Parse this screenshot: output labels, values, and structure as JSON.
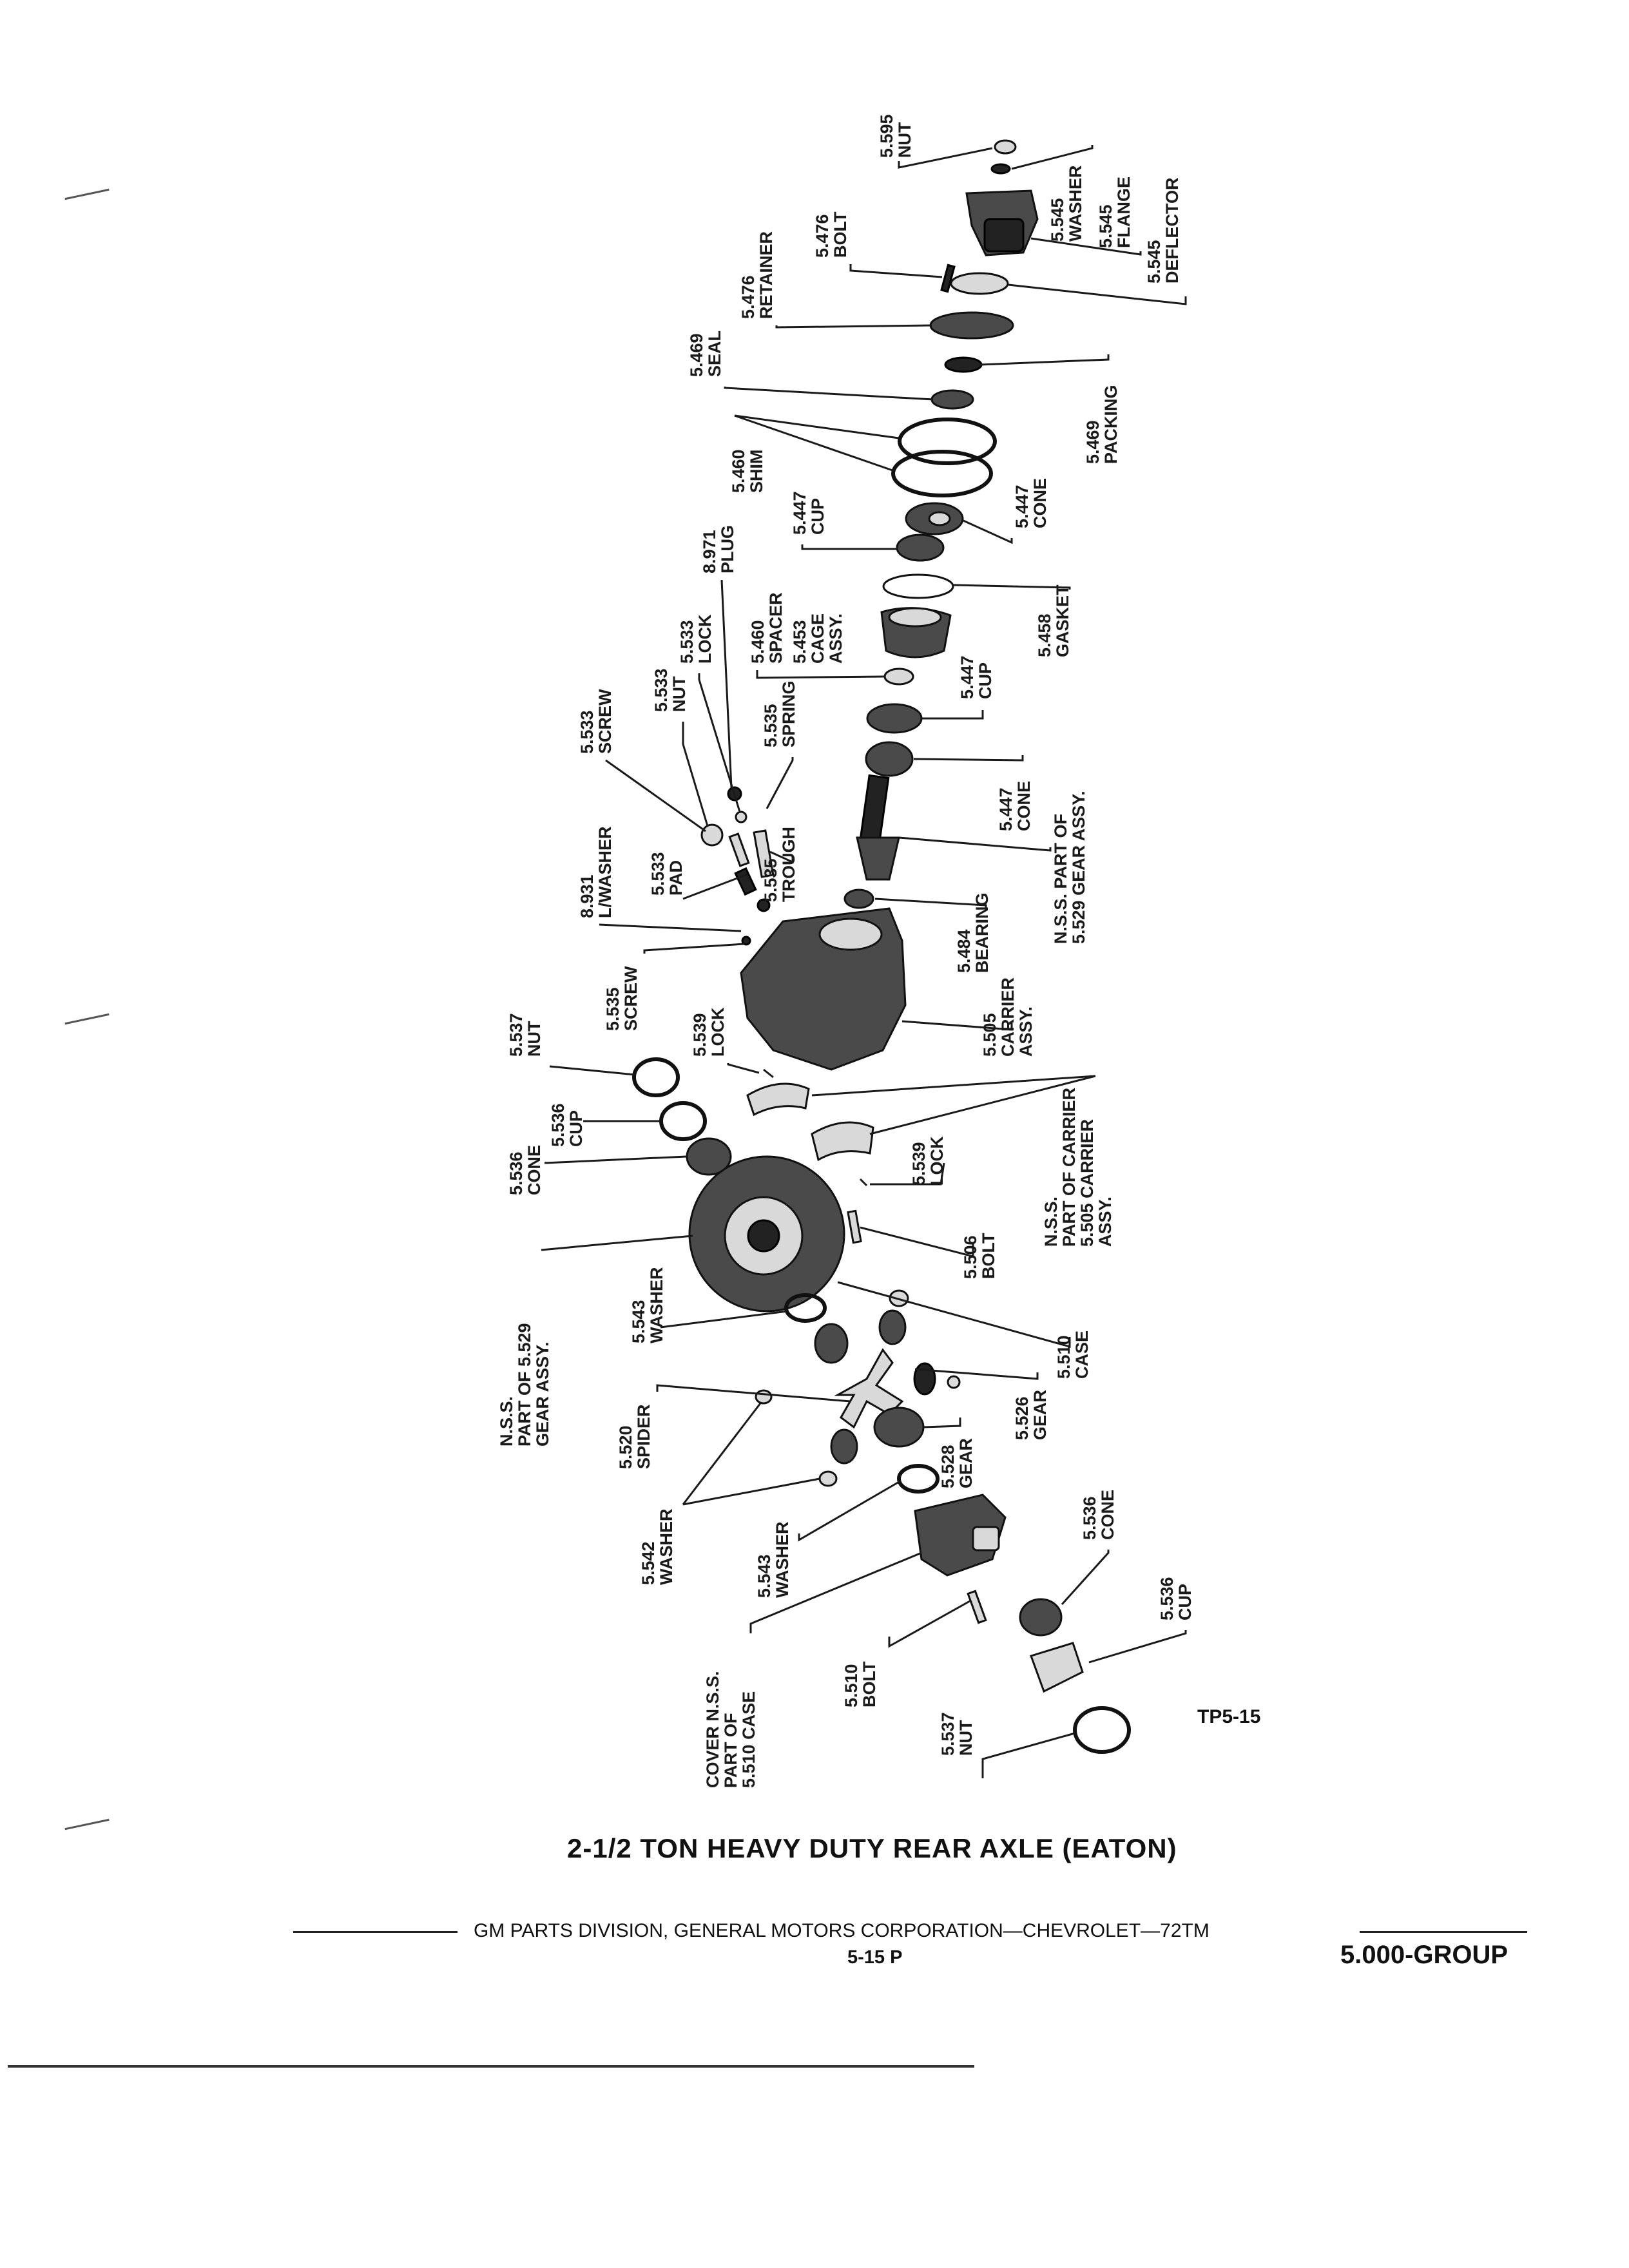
{
  "title": "2-1/2 TON HEAVY DUTY REAR AXLE (EATON)",
  "footer": {
    "text": "GM PARTS DIVISION, GENERAL MOTORS CORPORATION—CHEVROLET—72TM",
    "page": "5-15 P",
    "group": "5.000-GROUP"
  },
  "figure_ref": "TP5-15",
  "callouts": [
    {
      "id": "c1",
      "lines": [
        "5.595",
        "NUT"
      ]
    },
    {
      "id": "c2",
      "lines": [
        "5.545",
        "WASHER"
      ]
    },
    {
      "id": "c3",
      "lines": [
        "5.545",
        "FLANGE"
      ]
    },
    {
      "id": "c4",
      "lines": [
        "5.545",
        "DEFLECTOR"
      ]
    },
    {
      "id": "c5",
      "lines": [
        "5.476",
        "BOLT"
      ]
    },
    {
      "id": "c6",
      "lines": [
        "5.476",
        "RETAINER"
      ]
    },
    {
      "id": "c7",
      "lines": [
        "5.469",
        "SEAL"
      ]
    },
    {
      "id": "c8",
      "lines": [
        "5.469",
        "PACKING"
      ]
    },
    {
      "id": "c9",
      "lines": [
        "5.460",
        "SHIM"
      ]
    },
    {
      "id": "c10",
      "lines": [
        "5.447",
        "CUP"
      ]
    },
    {
      "id": "c11",
      "lines": [
        "5.447",
        "CONE"
      ]
    },
    {
      "id": "c12",
      "lines": [
        "8.971",
        "PLUG"
      ]
    },
    {
      "id": "c13",
      "lines": [
        "5.460",
        "SPACER"
      ]
    },
    {
      "id": "c14",
      "lines": [
        "5.453",
        "CAGE",
        "ASSY."
      ]
    },
    {
      "id": "c15",
      "lines": [
        "5.458",
        "GASKET"
      ]
    },
    {
      "id": "c16",
      "lines": [
        "5.447",
        "CUP"
      ]
    },
    {
      "id": "c17",
      "lines": [
        "5.533",
        "LOCK"
      ]
    },
    {
      "id": "c18",
      "lines": [
        "5.535",
        "SPRING"
      ]
    },
    {
      "id": "c19",
      "lines": [
        "5.533",
        "NUT"
      ]
    },
    {
      "id": "c20",
      "lines": [
        "5.533",
        "SCREW"
      ]
    },
    {
      "id": "c21",
      "lines": [
        "5.447",
        "CONE"
      ]
    },
    {
      "id": "c22",
      "lines": [
        "N.S.S. PART OF",
        "5.529 GEAR ASSY."
      ]
    },
    {
      "id": "c23",
      "lines": [
        "8.931",
        "L/WASHER"
      ]
    },
    {
      "id": "c24",
      "lines": [
        "5.533",
        "PAD"
      ]
    },
    {
      "id": "c25",
      "lines": [
        "5.535",
        "TROUGH"
      ]
    },
    {
      "id": "c26",
      "lines": [
        "5.484",
        "BEARING"
      ]
    },
    {
      "id": "c27",
      "lines": [
        "5.535",
        "SCREW"
      ]
    },
    {
      "id": "c28",
      "lines": [
        "5.505",
        "CARRIER",
        "ASSY."
      ]
    },
    {
      "id": "c29",
      "lines": [
        "5.537",
        "NUT"
      ]
    },
    {
      "id": "c30",
      "lines": [
        "5.539",
        "LOCK"
      ]
    },
    {
      "id": "c31",
      "lines": [
        "5.536",
        "CUP"
      ]
    },
    {
      "id": "c32",
      "lines": [
        "5.536",
        "CONE"
      ]
    },
    {
      "id": "c33",
      "lines": [
        "5.539",
        "LOCK"
      ]
    },
    {
      "id": "c34",
      "lines": [
        "N.S.S.",
        "PART OF CARRIER",
        "5.505 CARRIER",
        "ASSY."
      ]
    },
    {
      "id": "c35",
      "lines": [
        "5.506",
        "BOLT"
      ]
    },
    {
      "id": "c36",
      "lines": [
        "N.S.S.",
        "PART OF 5.529",
        "GEAR ASSY."
      ]
    },
    {
      "id": "c37",
      "lines": [
        "5.543",
        "WASHER"
      ]
    },
    {
      "id": "c38",
      "lines": [
        "5.510",
        "CASE"
      ]
    },
    {
      "id": "c39",
      "lines": [
        "5.526",
        "GEAR"
      ]
    },
    {
      "id": "c40",
      "lines": [
        "5.520",
        "SPIDER"
      ]
    },
    {
      "id": "c41",
      "lines": [
        "5.528",
        "GEAR"
      ]
    },
    {
      "id": "c42",
      "lines": [
        "5.542",
        "WASHER"
      ]
    },
    {
      "id": "c43",
      "lines": [
        "5.543",
        "WASHER"
      ]
    },
    {
      "id": "c44",
      "lines": [
        "5.536",
        "CONE"
      ]
    },
    {
      "id": "c45",
      "lines": [
        "5.536",
        "CUP"
      ]
    },
    {
      "id": "c46",
      "lines": [
        "COVER N.S.S.",
        "PART OF",
        "5.510 CASE"
      ]
    },
    {
      "id": "c47",
      "lines": [
        "5.510",
        "BOLT"
      ]
    },
    {
      "id": "c48",
      "lines": [
        "5.537",
        "NUT"
      ]
    }
  ]
}
